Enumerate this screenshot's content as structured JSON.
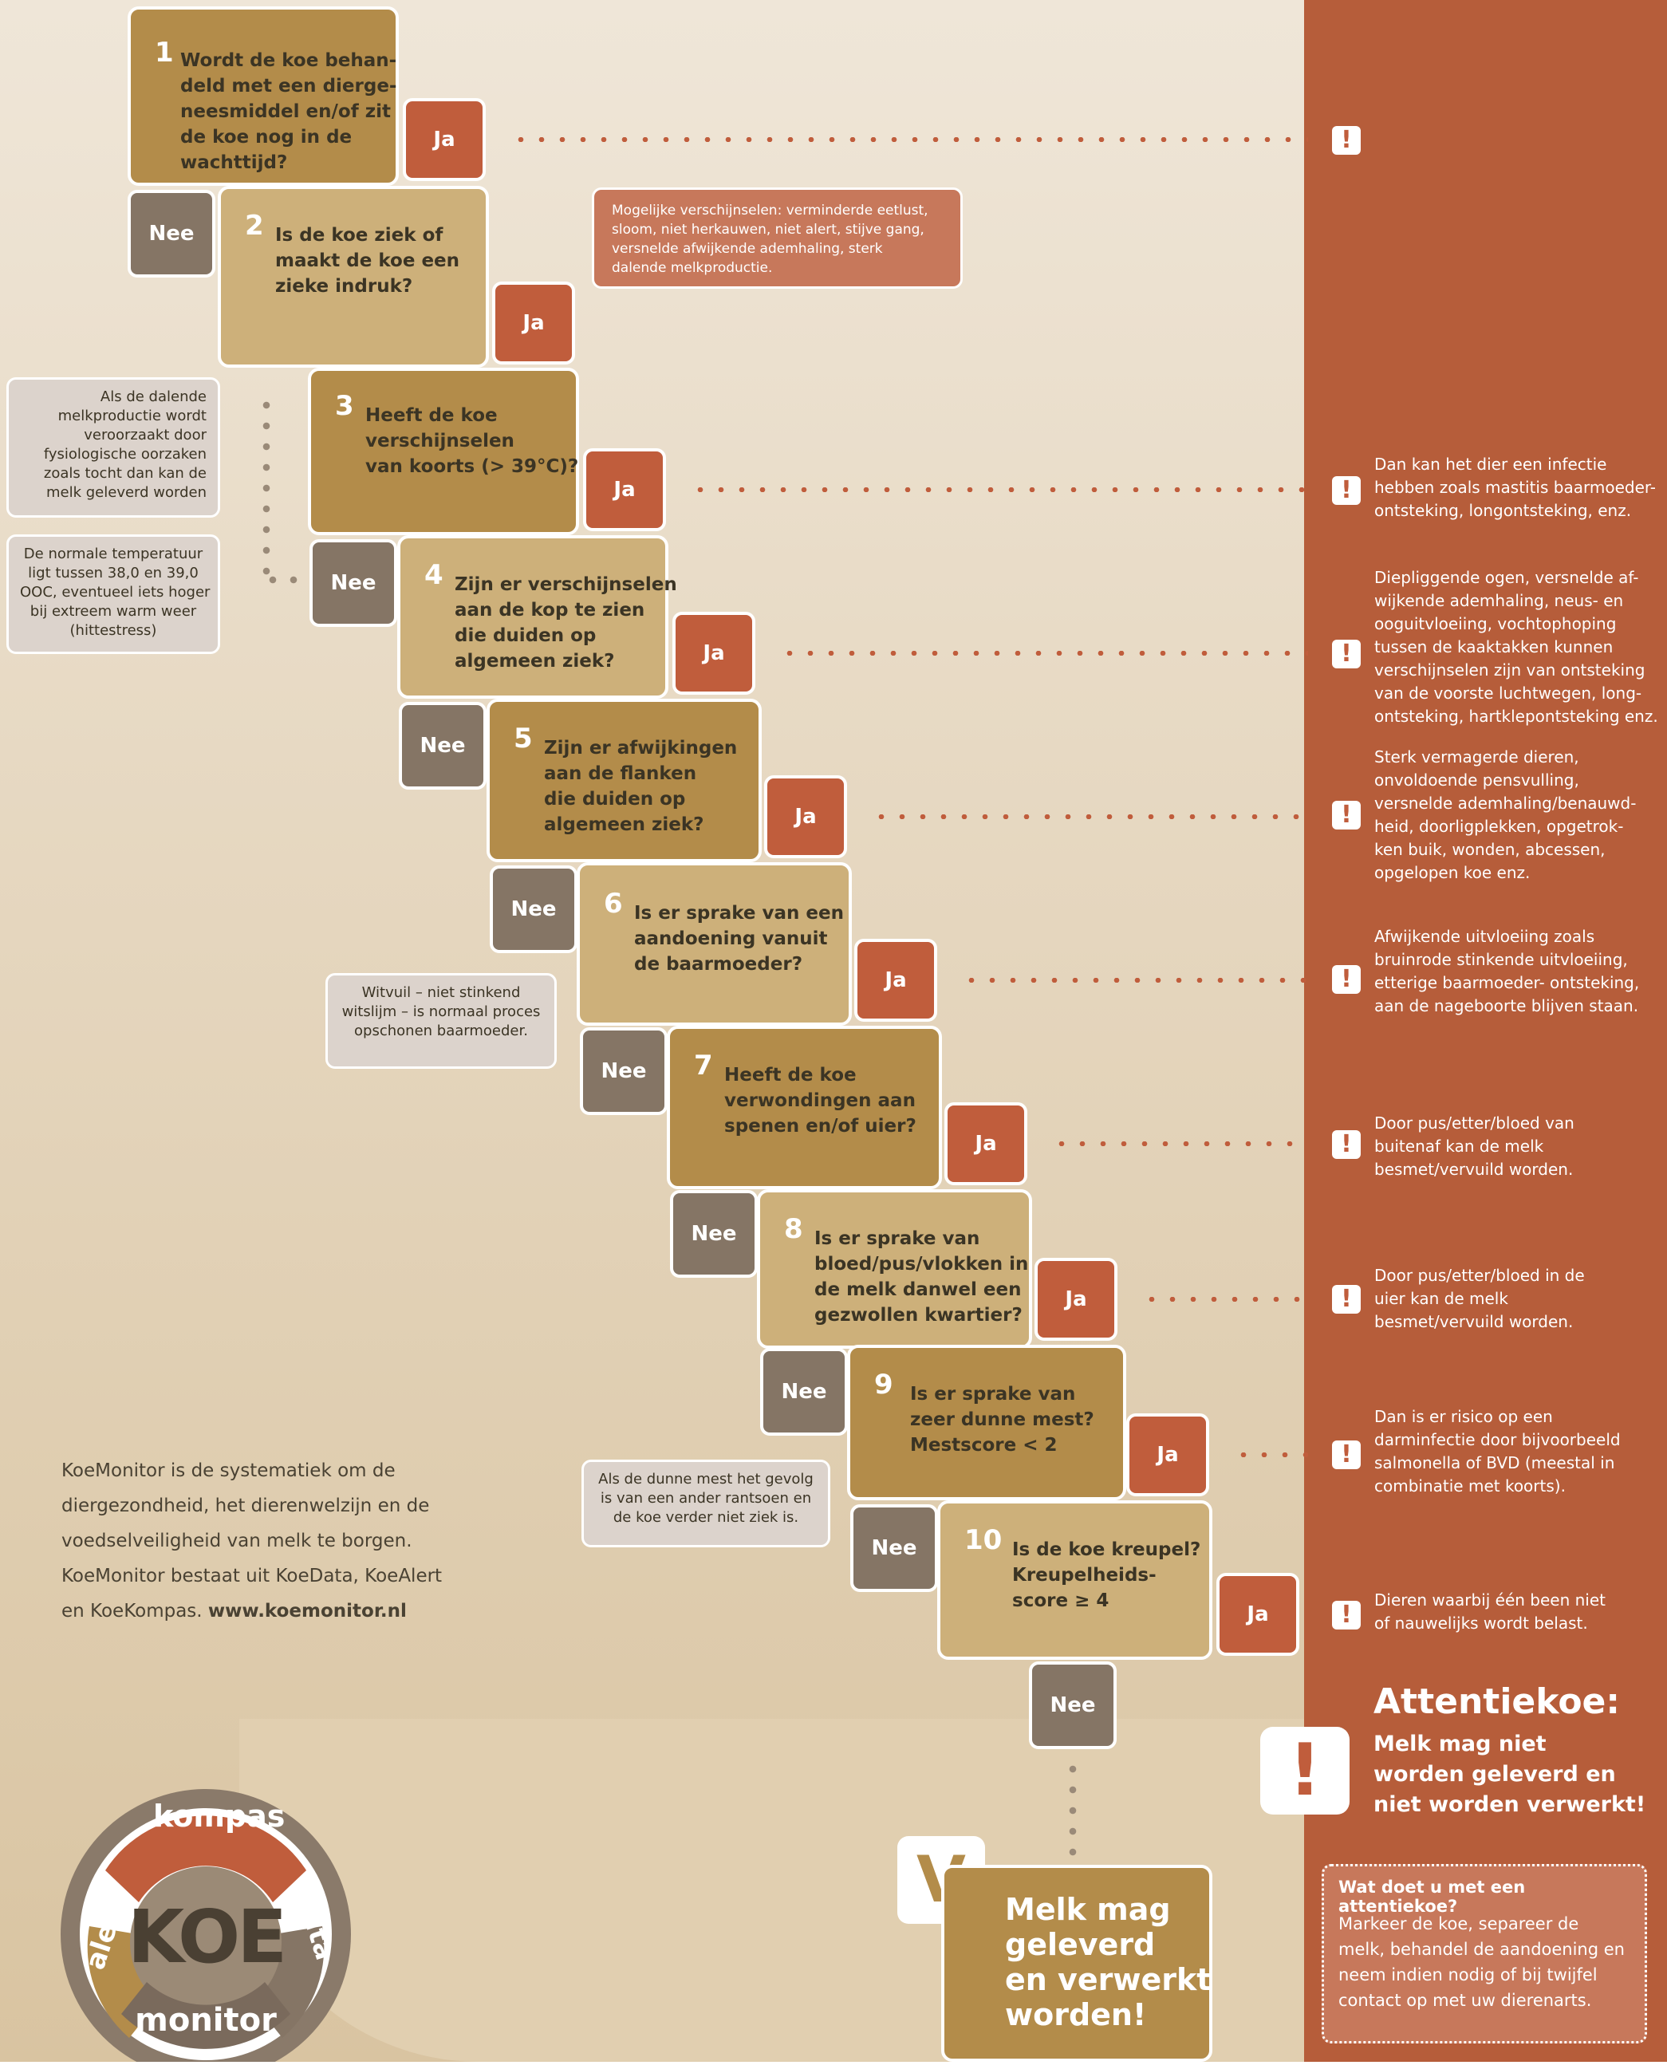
{
  "questions": [
    {
      "num": "1",
      "text": "Wordt de koe behan-\ndeld met een dierge-\nneesmiddel en/of zit\nde koe nog in de\nwachttijd?"
    },
    {
      "num": "2",
      "text": "Is de koe ziek of\nmaakt de koe een\nzieke indruk?"
    },
    {
      "num": "3",
      "text": "Heeft de koe\nverschijnselen\nvan koorts (> 39°C)?"
    },
    {
      "num": "4",
      "text": "Zijn er verschijnselen\naan de kop te zien\ndie duiden op\nalgemeen ziek?"
    },
    {
      "num": "5",
      "text": "Zijn er afwijkingen\naan de flanken\ndie duiden op\nalgemeen ziek?"
    },
    {
      "num": "6",
      "text": "Is er sprake van een\naandoening vanuit\nde baarmoeder?"
    },
    {
      "num": "7",
      "text": "Heeft de koe\nverwondingen aan\nspenen en/of uier?"
    },
    {
      "num": "8",
      "text": "Is er sprake van\nbloed/pus/vlokken in\nde melk danwel een\ngezwollen kwartier?"
    },
    {
      "num": "9",
      "text": "Is er sprake van\nzeer dunne mest?\nMestscore < 2"
    },
    {
      "num": "10",
      "text": "Is de koe kreupel?\nKreupelheids-\nscore ≥ 4"
    }
  ],
  "ja_label": "Ja",
  "nee_label": "Nee",
  "excl_icon": "!",
  "panel_texts": [
    "",
    "Dan kan het dier een infectie\nhebben zoals mastitis baarmoeder-\nontsteking, longontsteking, enz.",
    "Diepliggende ogen, versnelde af-\nwijkende ademhaling, neus- en\nooguitvloeiing, vochtophoping\ntussen de kaaktakken kunnen\nverschijnselen zijn van ontsteking\nvan de voorste luchtwegen, long-\nontsteking, hartklepontsteking enz.",
    "Sterk vermagerde dieren,\nonvoldoende pensvulling,\nversnelde ademhaling/benauwd-\nheid, doorligplekken, opgetrok-\nken buik, wonden, abcessen,\nopgelopen koe enz.",
    "Afwijkende uitvloeiing zoals\nbruinrode stinkende uitvloeiing,\netterige baarmoeder- ontsteking,\naan de nageboorte blijven staan.",
    "Door pus/etter/bloed van\nbuitenaf kan de melk\nbesmet/vervuild worden.",
    "Door pus/etter/bloed in de\nuier kan de melk\nbesmet/vervuild worden.",
    "Dan is er risico op een\ndarminfectie door bijvoorbeeld\nsalmonella of BVD (meestal in\ncombinatie met koorts).",
    "Dieren waarbij één been niet\nof nauwelijks wordt belast."
  ],
  "notes": {
    "symptoms": "Mogelijke verschijnselen: verminderde eetlust,\nsloom, niet herkauwen, niet alert, stijve gang,\nversnelde afwijkende ademhaling, sterk\ndalende melkproductie.",
    "milk_drop": "Als de dalende\nmelkproductie wordt\nveroorzaakt door\nfysiologische oorzaken\nzoals tocht dan kan de\nmelk geleverd worden",
    "temperature": "De normale temperatuur\nligt tussen 38,0 en 39,0\nOOC, eventueel iets hoger\nbij extreem warm weer\n(hittestress)",
    "witvuil": "Witvuil – niet stinkend\nwitslijm – is normaal proces\nopschonen baarmoeder.",
    "dunne_mest": "Als de dunne mest het gevolg\nis van een ander rantsoen en\nde koe verder niet ziek is."
  },
  "intro": {
    "text": "KoeMonitor is de systematiek om de\ndiergezondheid, het dierenwelzijn en de\nvoedselveiligheid van melk te borgen.\nKoeMonitor bestaat uit KoeData, KoeAlert\nen KoeKompas. ",
    "link": "www.koemonitor.nl"
  },
  "attentie": {
    "title": "Attentiekoe:",
    "text": "Melk mag niet\nworden geleverd en\nniet worden verwerkt!"
  },
  "wat_doet": {
    "title": "Wat doet u met een attentiekoe?",
    "text": "Markeer de koe, separeer de\nmelk, behandel de aandoening en\nneem indien nodig of bij twijfel\ncontact op met uw dierenarts."
  },
  "result": {
    "check": "V",
    "text": "Melk mag\ngeleverd\nen verwerkt\nworden!"
  },
  "logo": {
    "word_top": "kompas",
    "word_left": "alert",
    "word_right": "data",
    "word_center": "KOE",
    "word_bottom": "monitor"
  },
  "colors": {
    "panel": "#b65d3a",
    "ja": "#c05d3c",
    "nee": "#857565",
    "question_dark": "#b38c4a",
    "question_light": "#cdb07a"
  }
}
